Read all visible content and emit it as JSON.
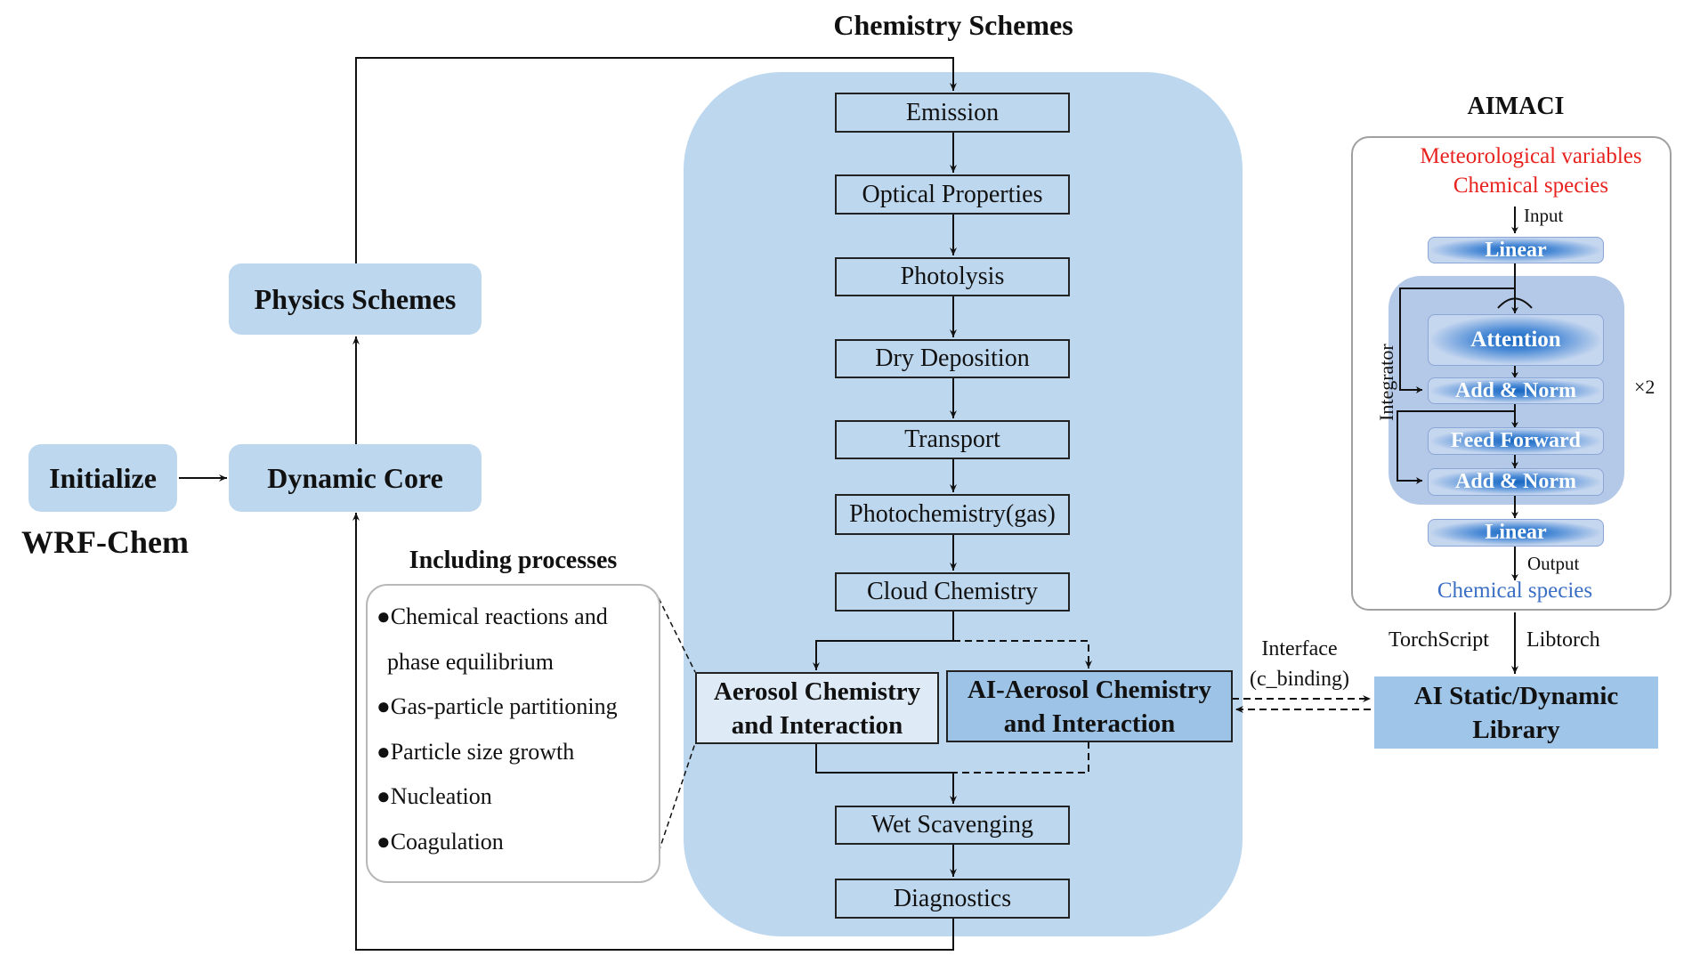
{
  "wrf": {
    "label": "WRF-Chem",
    "initialize": "Initialize",
    "dynamic_core": "Dynamic Core",
    "physics_schemes": "Physics Schemes"
  },
  "chemistry": {
    "title": "Chemistry Schemes",
    "steps": [
      "Emission",
      "Optical Properties",
      "Photolysis",
      "Dry Deposition",
      "Transport",
      "Photochemistry(gas)",
      "Cloud Chemistry"
    ],
    "aerosol": {
      "line1": "Aerosol Chemistry",
      "line2": "and Interaction"
    },
    "ai_aerosol": {
      "line1": "AI-Aerosol Chemistry",
      "line2": "and Interaction"
    },
    "after_steps": [
      "Wet Scavenging",
      "Diagnostics"
    ]
  },
  "processes": {
    "title": "Including processes",
    "items": [
      "●Chemical reactions and",
      "phase equilibrium",
      "●Gas-particle partitioning",
      "●Particle size growth",
      "●Nucleation",
      "●Coagulation"
    ]
  },
  "interface": {
    "line1": "Interface",
    "line2": "(c_binding)"
  },
  "aimaci": {
    "title": "AIMACI",
    "inputs": [
      "Meteorological variables",
      "Chemical species"
    ],
    "input_label": "Input",
    "linear_in": "Linear",
    "integrator_label": "Integrator",
    "attention": "Attention",
    "add_norm_1": "Add & Norm",
    "feed_forward": "Feed Forward",
    "add_norm_2": "Add & Norm",
    "repeat": "×2",
    "linear_out": "Linear",
    "output_label": "Output",
    "output": "Chemical species",
    "input_color": "#e8231f",
    "output_color": "#3a6fc4"
  },
  "library": {
    "torchscript": "TorchScript",
    "libtorch": "Libtorch",
    "line1": "AI Static/Dynamic",
    "line2": "Library"
  }
}
